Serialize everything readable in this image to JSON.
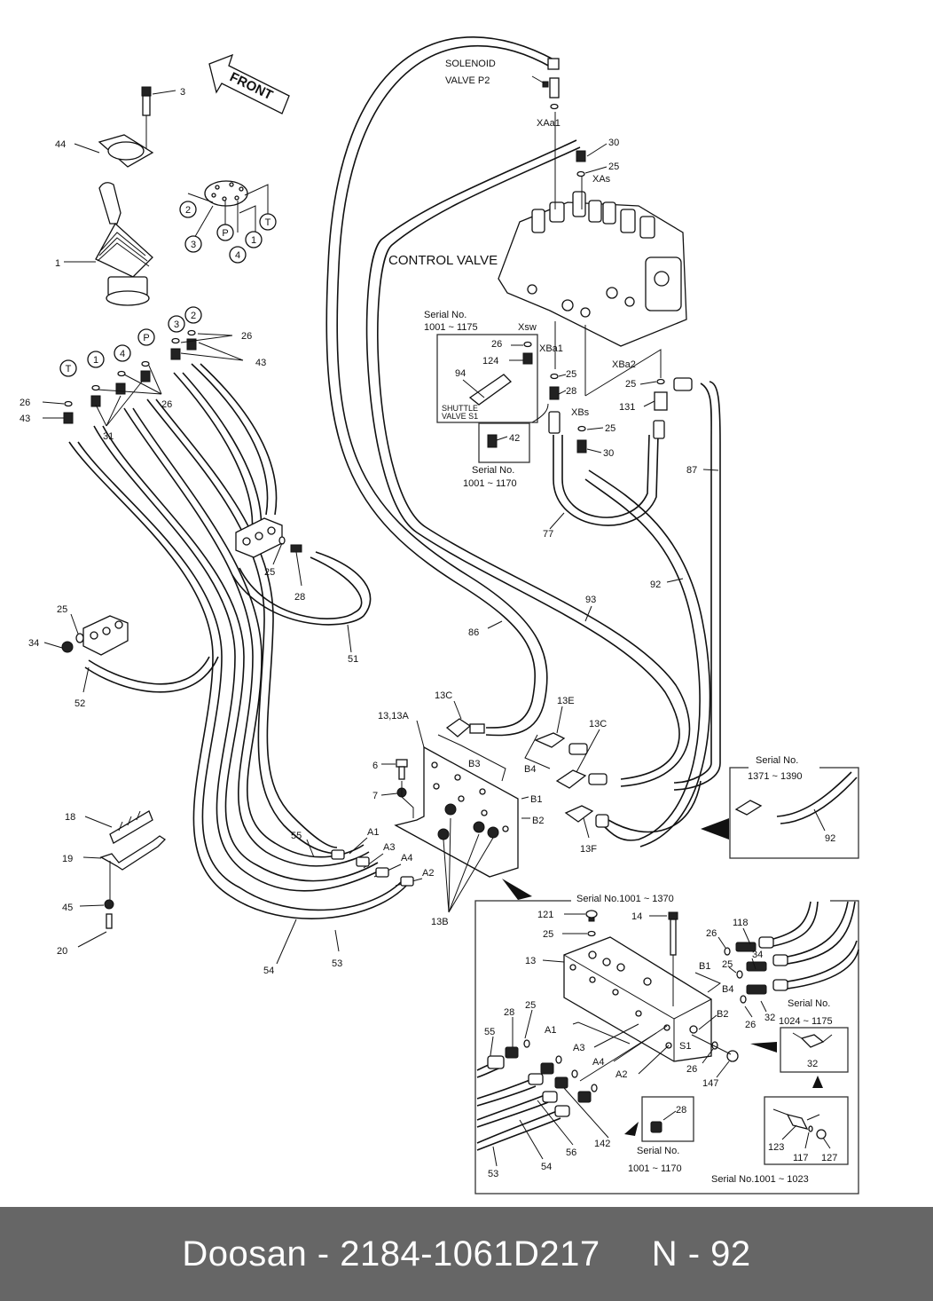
{
  "diagram": {
    "title_arrow": "FRONT",
    "component_labels": {
      "solenoid_valve_line1": "SOLENOID",
      "solenoid_valve_line2": "VALVE   P2",
      "control_valve": "CONTROL VALVE",
      "shuttle_valve_line1": "SHUTTLE",
      "shuttle_valve_line2": "VALVE  S1"
    },
    "port_labels": {
      "XAa1": "XAa1",
      "XAs": "XAs",
      "Xsw": "Xsw",
      "XBa1": "XBa1",
      "XBa2": "XBa2",
      "XBs": "XBs",
      "A1": "A1",
      "A2": "A2",
      "A3": "A3",
      "A4": "A4",
      "B1": "B1",
      "B2": "B2",
      "B3": "B3",
      "B4": "B4",
      "S1": "S1"
    },
    "pilot_port_circles": [
      "2",
      "3",
      "P",
      "4",
      "1",
      "T"
    ],
    "joystick_port_circles": [
      "T",
      "1",
      "4",
      "P",
      "3",
      "2"
    ],
    "part_numbers": {
      "p1": "1",
      "p3": "3",
      "p44": "44",
      "p6": "6",
      "p7": "7",
      "p18": "18",
      "p19": "19",
      "p45": "45",
      "p20": "20",
      "p26a": "26",
      "p43a": "43",
      "p26b": "26",
      "p43b": "43",
      "p26c": "26",
      "p31": "31",
      "p25a": "25",
      "p28a": "28",
      "p51": "51",
      "p25b": "25",
      "p34a": "34",
      "p52": "52",
      "p30a": "30",
      "p25c": "25",
      "p26d": "26",
      "p124": "124",
      "p94": "94",
      "p25d": "25",
      "p28b": "28",
      "p42": "42",
      "p25e": "25",
      "p131": "131",
      "p25f": "25",
      "p30b": "30",
      "p87": "87",
      "p77": "77",
      "p92a": "92",
      "p93": "93",
      "p86": "86",
      "p13_13A": "13,13A",
      "p13C_a": "13C",
      "p13E": "13E",
      "p13C_b": "13C",
      "p13F": "13F",
      "p13B": "13B",
      "p55a": "55",
      "p54a": "54",
      "p53a": "53",
      "p92b": "92",
      "p121": "121",
      "p25g": "25",
      "p14": "14",
      "p13": "13",
      "p118": "118",
      "p26e": "26",
      "p34b": "34",
      "p25h": "25",
      "p32a": "32",
      "p26f": "26",
      "p28c": "28",
      "p25i": "25",
      "p55b": "55",
      "p26g": "26",
      "p147": "147",
      "p142": "142",
      "p56": "56",
      "p54b": "54",
      "p53b": "53",
      "p28d": "28",
      "p32b": "32",
      "p123": "123",
      "p117": "117",
      "p127": "127"
    },
    "serial_notes": {
      "s1_l1": "Serial No.",
      "s1_l2": "1001 ~ 1175",
      "s2_l1": "Serial No.",
      "s2_l2": "1001 ~ 1170",
      "s3_l1": "Serial No.",
      "s3_l2": "1371 ~ 1390",
      "s4": "Serial No.1001 ~ 1370",
      "s5_l1": "Serial No.",
      "s5_l2": "1024 ~ 1175",
      "s6_l1": "Serial No.",
      "s6_l2": "1001 ~ 1170",
      "s7": "Serial No.1001 ~ 1023"
    }
  },
  "footer": {
    "brand": "Doosan",
    "separator": " - ",
    "part_number": "2184-1061D217",
    "page_label": "N - 92"
  }
}
